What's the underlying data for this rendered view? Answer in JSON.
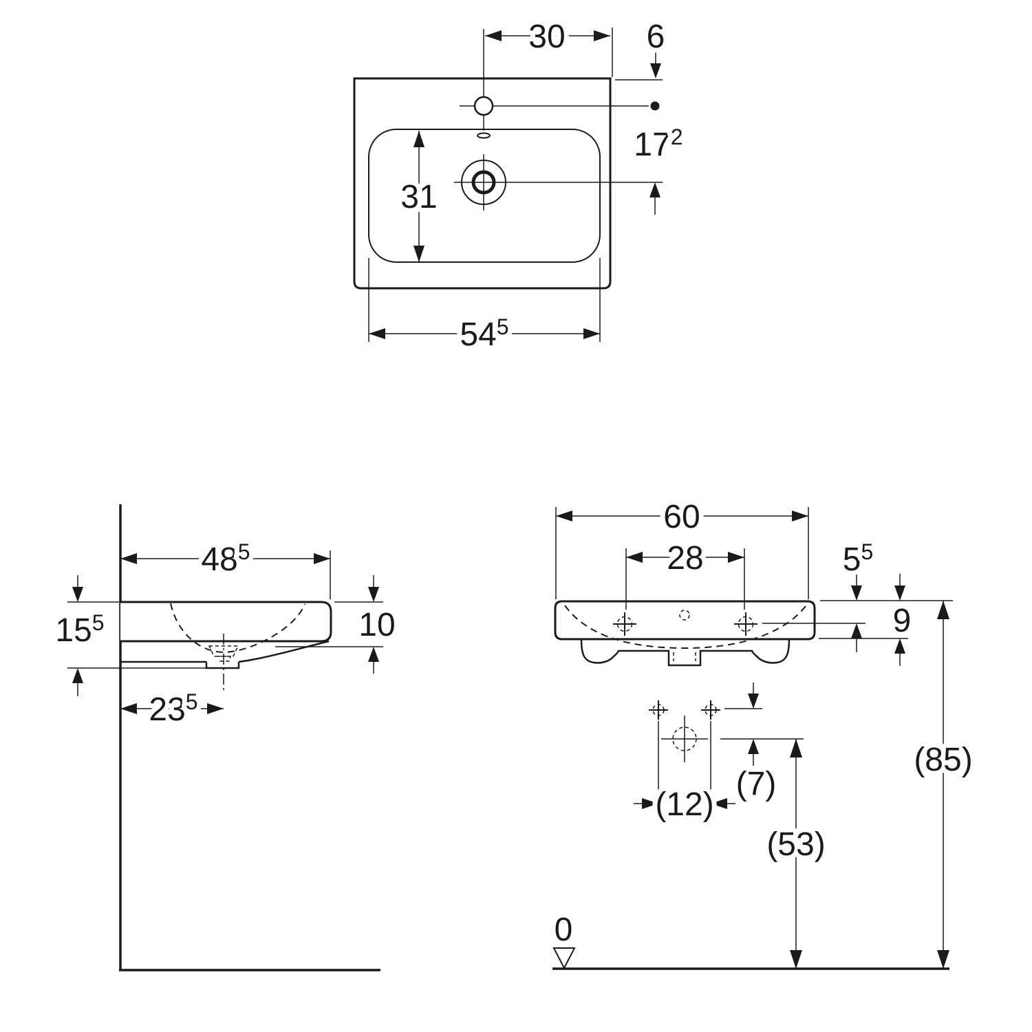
{
  "drawing_title": "washbasin-dimension-drawing",
  "colors": {
    "line": "#1a1a1a",
    "background": "#ffffff"
  },
  "top_view": {
    "dim_tap_to_edge": {
      "main": "30",
      "sup": ""
    },
    "dim_edge_to_tap": {
      "main": "6",
      "sup": ""
    },
    "dim_tap_to_drain": {
      "main": "17",
      "sup": "2"
    },
    "dim_bowl_depth": {
      "main": "31",
      "sup": ""
    },
    "dim_bowl_width": {
      "main": "54",
      "sup": "5"
    }
  },
  "side_view": {
    "dim_depth": {
      "main": "48",
      "sup": "5"
    },
    "dim_front_height": {
      "main": "15",
      "sup": "5"
    },
    "dim_rim_height": {
      "main": "10",
      "sup": ""
    },
    "dim_wall_to_drain": {
      "main": "23",
      "sup": "5"
    }
  },
  "front_view": {
    "dim_width": {
      "main": "60",
      "sup": ""
    },
    "dim_tap_spacing": {
      "main": "28",
      "sup": ""
    },
    "dim_rim_to_tap": {
      "main": "5",
      "sup": "5"
    },
    "dim_rim_thickness": {
      "main": "9",
      "sup": ""
    },
    "dim_rim_above_floor": {
      "main": "(85)",
      "sup": ""
    },
    "dim_hole_to_drain": {
      "main": "(7)",
      "sup": ""
    },
    "dim_hole_spacing": {
      "main": "(12)",
      "sup": ""
    },
    "dim_drain_above_floor": {
      "main": "(53)",
      "sup": ""
    },
    "datum_zero": {
      "main": "0",
      "sup": ""
    }
  }
}
